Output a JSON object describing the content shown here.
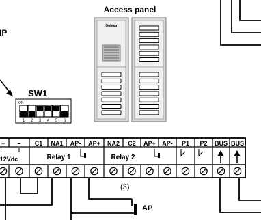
{
  "labels": {
    "access_panel": "Access panel",
    "brand": "Golmar",
    "ip_fragment": "IP",
    "sw1": "SW1",
    "dip_on": "ON",
    "dip_numbers": [
      "1",
      "2",
      "3",
      "4",
      "5",
      "6"
    ],
    "note_3": "(3)",
    "ap_button": "AP",
    "power_unit": "12Vdc",
    "relay1": "Relay 1",
    "relay2": "Relay 2"
  },
  "terminals": [
    "+",
    "–",
    "C1",
    "NA1",
    "AP-",
    "AP+",
    "NA2",
    "C2",
    "AP+",
    "AP-",
    "P1",
    "P2",
    "BUS",
    "BUS"
  ],
  "dip_switch": {
    "count": 6,
    "on_positions": [
      3,
      4,
      5
    ]
  },
  "colors": {
    "line": "#000000",
    "panel_outer": "#d9d9d9",
    "panel_inner": "#f0f0f0",
    "key": "#ffffff",
    "keypad": "#bdbdbd"
  }
}
